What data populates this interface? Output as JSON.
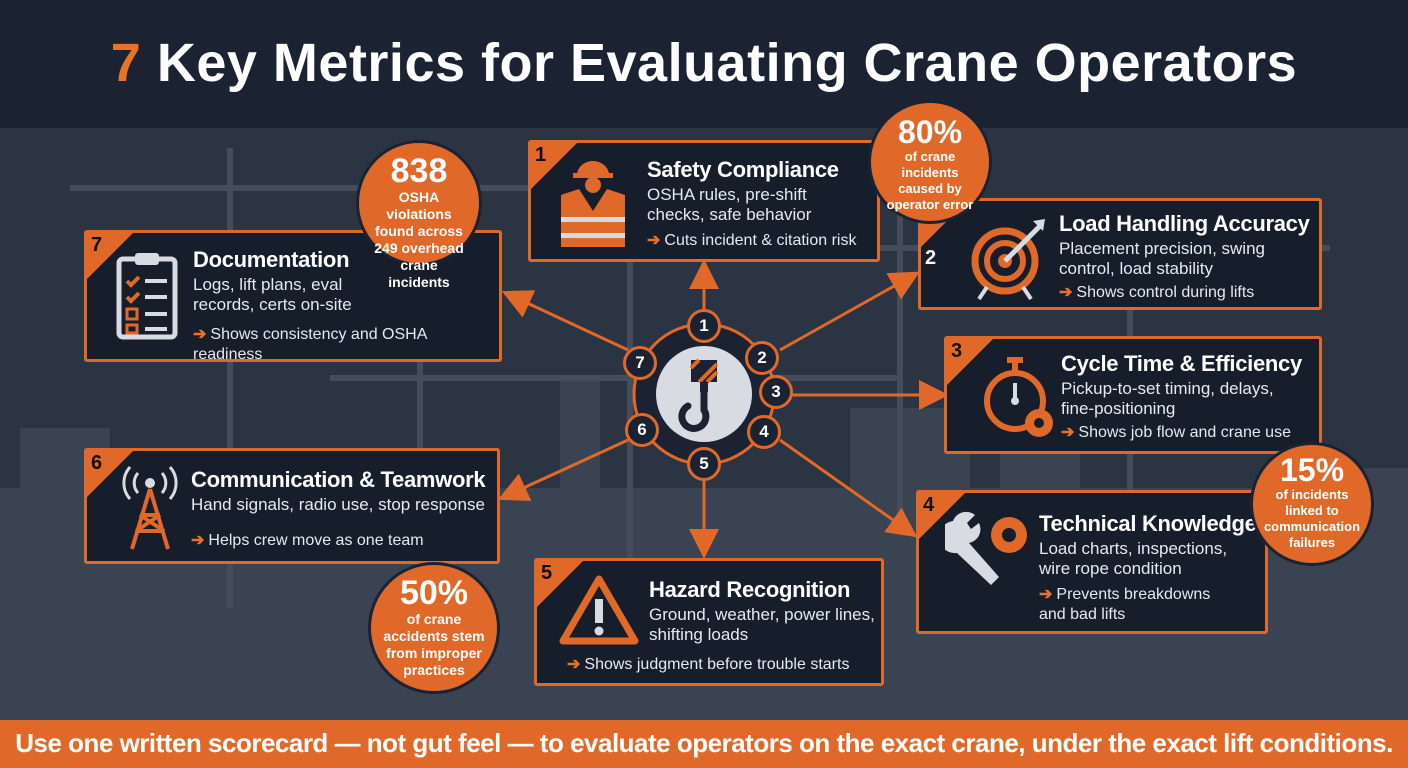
{
  "title": {
    "number": "7",
    "text": "Key Metrics for Evaluating Crane Operators"
  },
  "footer": "Use one written scorecard — not gut feel — to evaluate operators on the exact crane, under the exact lift conditions.",
  "hub": {
    "numbers": [
      "1",
      "2",
      "3",
      "4",
      "5",
      "6",
      "7"
    ]
  },
  "cards": [
    {
      "num": "1",
      "title": "Safety Compliance",
      "desc": "OSHA rules, pre-shift checks, safe behavior",
      "result": "Cuts incident & citation risk",
      "icon": "safety-vest-icon"
    },
    {
      "num": "2",
      "title": "Load Handling Accuracy",
      "desc": "Placement precision, swing control, load stability",
      "result": "Shows control during lifts",
      "icon": "target-icon"
    },
    {
      "num": "3",
      "title": "Cycle Time & Efficiency",
      "desc": "Pickup-to-set timing, delays, fine-positioning",
      "result": "Shows job flow and crane use",
      "icon": "stopwatch-gear-icon"
    },
    {
      "num": "4",
      "title": "Technical Knowledge",
      "desc": "Load charts, inspections, wire rope condition",
      "result": "Prevents breakdowns and bad lifts",
      "icon": "wrench-gear-icon"
    },
    {
      "num": "5",
      "title": "Hazard Recognition",
      "desc": "Ground, weather, power lines, shifting loads",
      "result": "Shows judgment before trouble starts",
      "icon": "warning-icon"
    },
    {
      "num": "6",
      "title": "Communication & Teamwork",
      "desc": "Hand signals, radio use, stop response",
      "result": "Helps crew move as one team",
      "icon": "radio-tower-icon"
    },
    {
      "num": "7",
      "title": "Documentation",
      "desc": "Logs, lift plans, eval records, certs on-site",
      "result": "Shows consistency and OSHA readiness",
      "icon": "clipboard-checklist-icon"
    }
  ],
  "stats": [
    {
      "value": "838",
      "label": "OSHA violations found across 249 overhead crane incidents"
    },
    {
      "value": "80%",
      "label": "of crane incidents caused by operator error"
    },
    {
      "value": "15%",
      "label": "of incidents linked to communication failures"
    },
    {
      "value": "50%",
      "label": "of crane accidents stem from improper practices"
    }
  ],
  "colors": {
    "accent": "#e0692a",
    "header": "#1b2333",
    "card": "#161e2c",
    "background": "#2b3442"
  }
}
